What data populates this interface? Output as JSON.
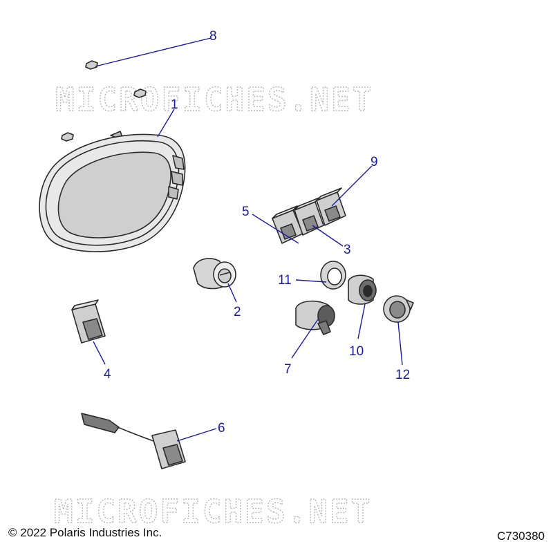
{
  "watermark": "MICROFICHES.NET",
  "callouts": [
    {
      "id": "1",
      "label": "1"
    },
    {
      "id": "2",
      "label": "2"
    },
    {
      "id": "3",
      "label": "3"
    },
    {
      "id": "4",
      "label": "4"
    },
    {
      "id": "5",
      "label": "5"
    },
    {
      "id": "6",
      "label": "6"
    },
    {
      "id": "7",
      "label": "7"
    },
    {
      "id": "8",
      "label": "8"
    },
    {
      "id": "9",
      "label": "9"
    },
    {
      "id": "10",
      "label": "10"
    },
    {
      "id": "11",
      "label": "11"
    },
    {
      "id": "12",
      "label": "12"
    }
  ],
  "footer": {
    "copyright": "© 2022 Polaris Industries Inc.",
    "figure_code": "C730380"
  },
  "colors": {
    "callout": "#1a1aa6",
    "outline": "#2a2a2a",
    "watermark": "#b5b5b5"
  }
}
